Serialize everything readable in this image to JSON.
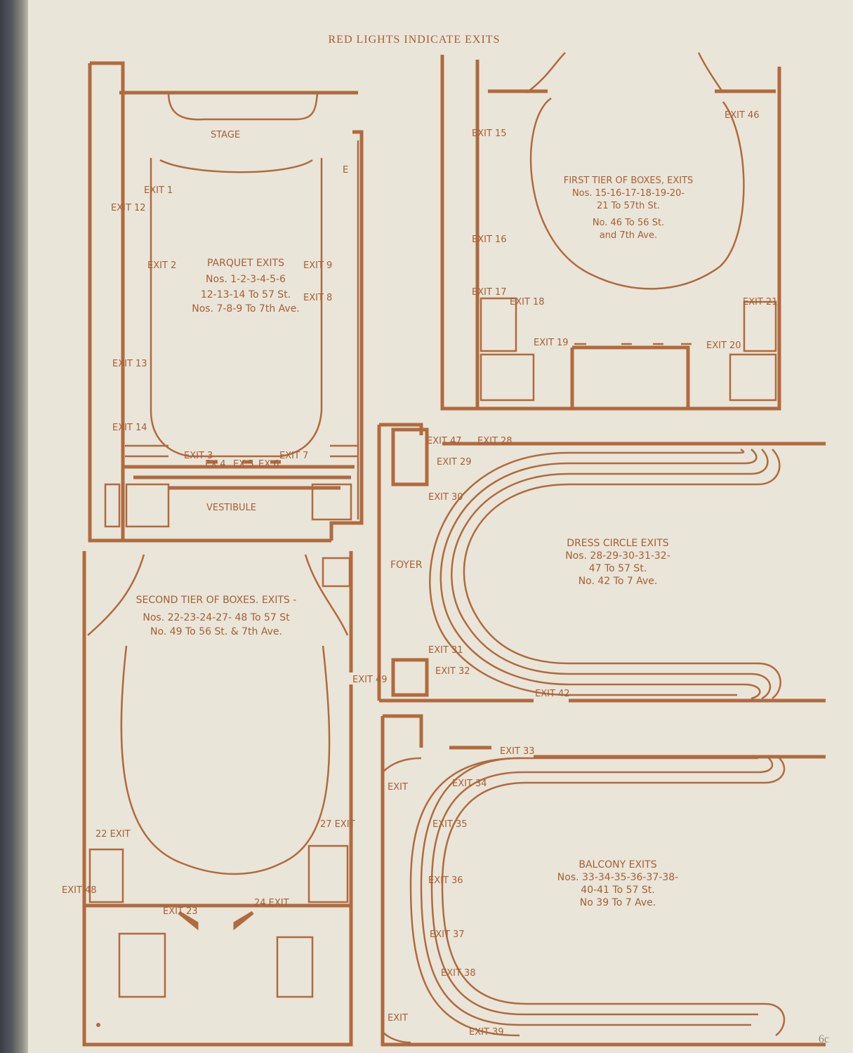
{
  "header": "RED LIGHTS INDICATE EXITS",
  "page_number": "6c",
  "colors": {
    "ink": "#b06a3f",
    "paper": "#e9e5d8"
  },
  "parquet": {
    "stage": "STAGE",
    "vestibule": "VESTIBULE",
    "title": "PARQUET EXITS",
    "lines": [
      "Nos. 1-2-3-4-5-6",
      "12-13-14 To 57 St.",
      "Nos. 7-8-9 To 7th Ave."
    ],
    "exits": [
      "EXIT 1",
      "EXIT 12",
      "EXIT 2",
      "EXIT 9",
      "EXIT 8",
      "EXIT 13",
      "EXIT 14",
      "EXIT 3",
      "EX 4",
      "EX 5",
      "EX 6",
      "EXIT 7",
      "E"
    ]
  },
  "first_tier": {
    "title": "FIRST TIER OF BOXES, EXITS",
    "lines": [
      "Nos. 15-16-17-18-19-20-",
      "21 To 57th St.",
      "No. 46 To 56 St.",
      "and 7th Ave."
    ],
    "exits": [
      "EXIT 46",
      "EXIT 15",
      "EXIT 16",
      "EXIT 17",
      "EXIT 18",
      "EXIT 19",
      "EXIT 21",
      "EXIT 20"
    ]
  },
  "dress_circle": {
    "title": "DRESS CIRCLE EXITS",
    "lines": [
      "Nos. 28-29-30-31-32-",
      "47 To 57 St.",
      "No. 42 To 7 Ave."
    ],
    "foyer": "FOYER",
    "exits": [
      "EXIT 47",
      "EXIT 28",
      "EXIT 29",
      "EXIT 30",
      "EXIT 31",
      "EXIT 32",
      "EXIT 42"
    ]
  },
  "second_tier": {
    "title": "SECOND TIER OF BOXES. EXITS -",
    "lines": [
      "Nos. 22-23-24-27- 48 To 57 St",
      "No. 49 To 56 St. & 7th Ave."
    ],
    "exits": [
      "EXIT 49",
      "22 EXIT",
      "27 EXIT",
      "EXIT 48",
      "EXIT 23",
      "24 EXIT"
    ]
  },
  "balcony": {
    "title": "BALCONY EXITS",
    "lines": [
      "Nos. 33-34-35-36-37-38-",
      "40-41 To 57 St.",
      "No 39 To 7 Ave."
    ],
    "exits": [
      "EXIT 33",
      "EXIT",
      "EXIT 34",
      "EXIT 35",
      "EXIT 36",
      "EXIT 37",
      "EXIT 38",
      "EXIT",
      "EXIT 39"
    ]
  }
}
